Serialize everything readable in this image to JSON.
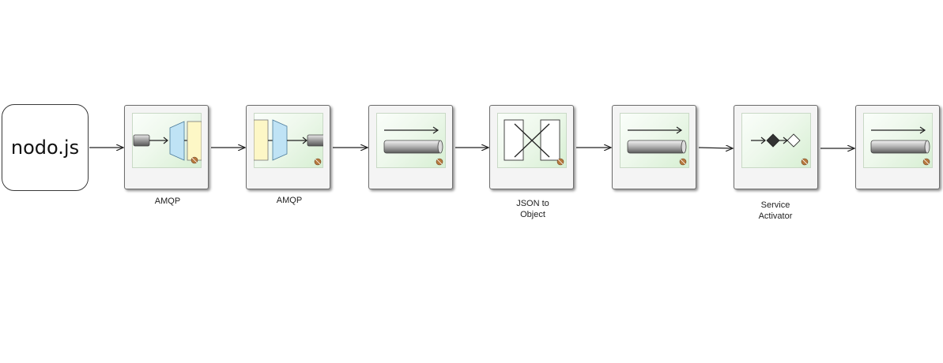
{
  "source": {
    "label": "nodo.js"
  },
  "nodes": [
    {
      "id": "amqp-inbound",
      "icon": "amqp-inbound-adapter-icon",
      "label": "AMQP",
      "label2": ""
    },
    {
      "id": "amqp-outbound",
      "icon": "amqp-outbound-adapter-icon",
      "label": "AMQP",
      "label2": ""
    },
    {
      "id": "channel-1",
      "icon": "message-channel-icon",
      "label": "",
      "label2": ""
    },
    {
      "id": "json-to-object",
      "icon": "json-transformer-icon",
      "label": "JSON to",
      "label2": "Object"
    },
    {
      "id": "channel-2",
      "icon": "message-channel-icon",
      "label": "",
      "label2": ""
    },
    {
      "id": "service-activator",
      "icon": "service-activator-icon",
      "label": "Service",
      "label2": "Activator"
    },
    {
      "id": "channel-3",
      "icon": "message-channel-icon",
      "label": "",
      "label2": ""
    }
  ],
  "colors": {
    "tile_green": "#d7efd3",
    "adapter_blue": "#bfe3f5",
    "adapter_yellow": "#fdf7c6",
    "border": "#6e6e6e"
  }
}
